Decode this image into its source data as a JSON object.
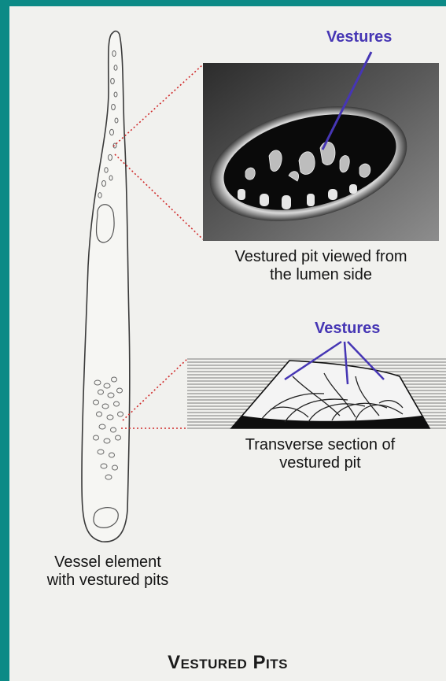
{
  "labels": {
    "vestures_top": "Vestures",
    "sem_caption_line1": "Vestured pit viewed from",
    "sem_caption_line2": "the lumen side",
    "vestures_mid": "Vestures",
    "section_caption_line1": "Transverse section of",
    "section_caption_line2": "vestured pit",
    "vessel_caption_line1": "Vessel element",
    "vessel_caption_line2": "with vestured pits"
  },
  "title": "Vestured Pits",
  "colors": {
    "frame": "#0c8a86",
    "background": "#f1f1ee",
    "accent_blue": "#4636b4",
    "dotted_red": "#d02a2a"
  }
}
